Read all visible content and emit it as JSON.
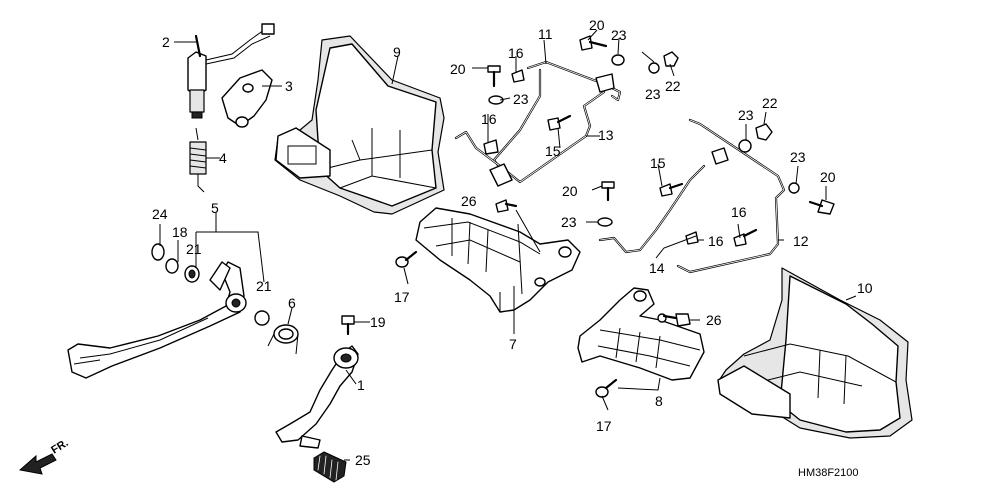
{
  "diagram": {
    "drawing_code": "HM38F2100",
    "direction_label": "FR.",
    "callouts": [
      "1",
      "2",
      "3",
      "4",
      "5",
      "6",
      "7",
      "8",
      "9",
      "10",
      "11",
      "12",
      "13",
      "14",
      "15",
      "16",
      "17",
      "18",
      "19",
      "20",
      "21",
      "22",
      "23",
      "24",
      "25",
      "26"
    ]
  }
}
